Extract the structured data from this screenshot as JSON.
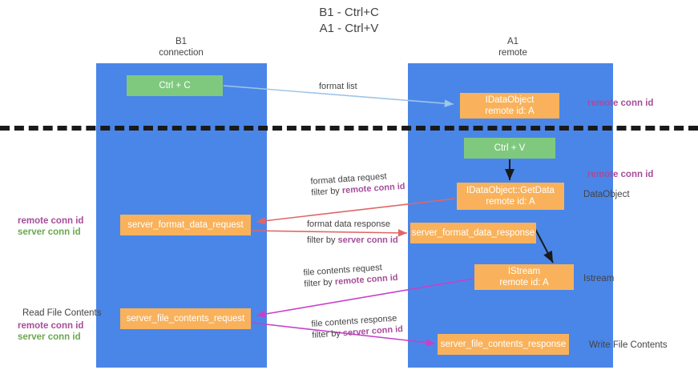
{
  "title": {
    "line1": "B1 - Ctrl+C",
    "line2": "A1 - Ctrl+V"
  },
  "lanes": [
    {
      "name": "B1",
      "subtitle": "connection",
      "color": "#4a86e8"
    },
    {
      "name": "A1",
      "subtitle": "remote",
      "color": "#4a86e8"
    }
  ],
  "nodes": {
    "ctrl_c": {
      "label": "Ctrl + C",
      "color": "#7fc97f"
    },
    "idataobject": {
      "line1": "IDataObject",
      "line2": "remote id: A",
      "color": "#f9b25b"
    },
    "ctrl_v": {
      "label": "Ctrl + V",
      "color": "#7fc97f"
    },
    "getdata": {
      "line1": "IDataObject::GetData",
      "line2": "remote id: A",
      "color": "#f9b25b"
    },
    "server_format_data_request": {
      "label": "server_format_data_request",
      "color": "#f9b25b"
    },
    "server_format_data_response": {
      "label": "server_format_data_response",
      "color": "#f9b25b"
    },
    "istream": {
      "line1": "IStream",
      "line2": "remote id: A",
      "color": "#f9b25b"
    },
    "server_file_contents_request": {
      "label": "server_file_contents_request",
      "color": "#f9b25b"
    },
    "server_file_contents_response": {
      "label": "server_file_contents_response",
      "color": "#f9b25b"
    }
  },
  "edges": {
    "format_list": {
      "label": "format list"
    },
    "format_data_request": {
      "line1": "format data request",
      "filter_prefix": "filter by ",
      "filter_key": "remote conn id"
    },
    "format_data_response": {
      "line1": "format data response",
      "filter_prefix": "filter by ",
      "filter_key": "server conn id"
    },
    "file_contents_request": {
      "line1": "file contents request",
      "filter_prefix": "filter by ",
      "filter_key": "remote conn id"
    },
    "file_contents_response": {
      "line1": "file contents response",
      "filter_prefix": "filter by ",
      "filter_key": "server conn id"
    }
  },
  "annotations": {
    "remote_conn_id_top": "remote conn id",
    "remote_conn_id_mid": "remote conn id",
    "dataobject": "DataObject",
    "istream": "Istream",
    "write_file_contents": "Write File Contents",
    "read_file_contents": "Read File Contents",
    "left_remote_conn_id_1": "remote conn id",
    "left_server_conn_id_1": "server conn id",
    "left_remote_conn_id_2": "remote conn id",
    "left_server_conn_id_2": "server conn id"
  },
  "colors": {
    "lane": "#4a86e8",
    "node_green": "#7fc97f",
    "node_orange": "#f9b25b",
    "remote_tag": "#a64d9a",
    "server_tag": "#6aa84f",
    "arrow_blue": "#9fc5e8",
    "arrow_red": "#e06666",
    "arrow_magenta": "#c840c8",
    "arrow_black": "#1a1a1a",
    "divider": "#1a1a1a",
    "text": "#434343"
  }
}
